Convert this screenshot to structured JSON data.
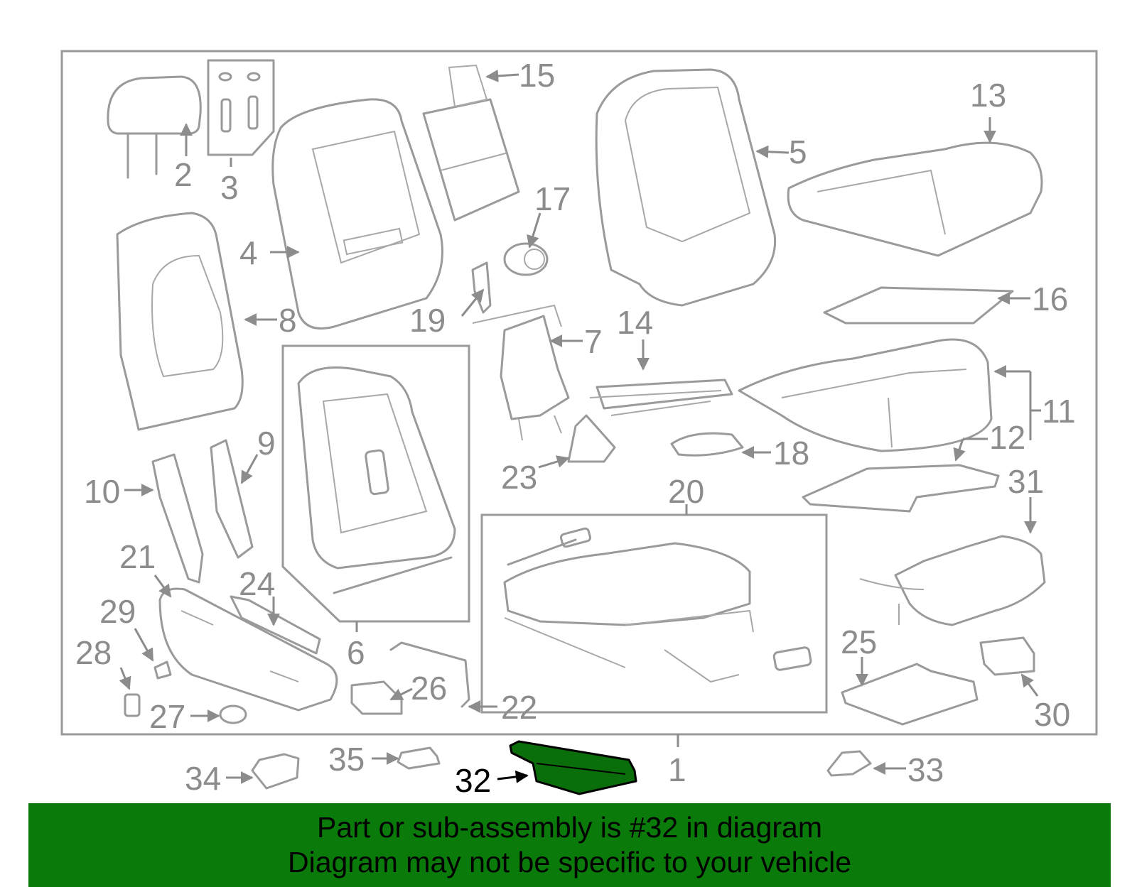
{
  "diagram": {
    "callouts": [
      "1",
      "2",
      "3",
      "4",
      "5",
      "6",
      "7",
      "8",
      "9",
      "10",
      "11",
      "12",
      "13",
      "14",
      "15",
      "16",
      "17",
      "18",
      "19",
      "20",
      "21",
      "22",
      "23",
      "24",
      "25",
      "26",
      "27",
      "28",
      "29",
      "30",
      "31",
      "32",
      "33",
      "34",
      "35"
    ],
    "highlighted_part": "32",
    "highlight_color": "#0a6e0a",
    "line_color": "#9a9a9a"
  },
  "banner": {
    "line1": "Part or sub-assembly is #32 in diagram",
    "line2": "Diagram may not be specific to your vehicle",
    "background": "#0a7a0a"
  }
}
